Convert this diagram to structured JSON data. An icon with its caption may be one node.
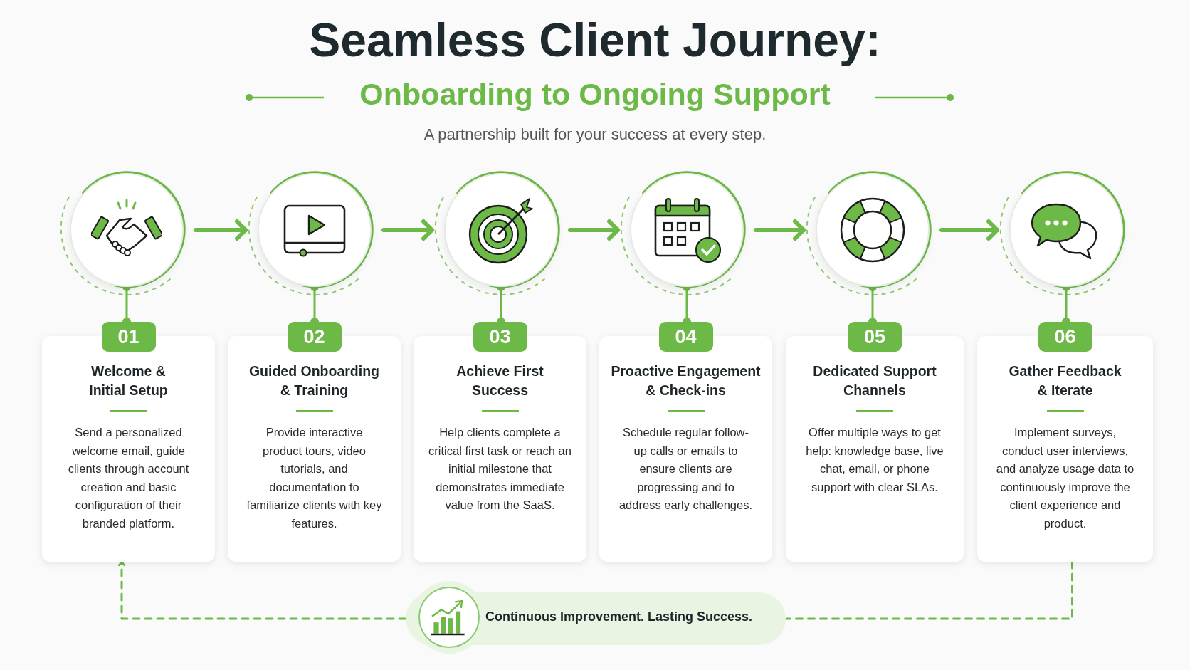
{
  "diagram": {
    "title": "Seamless Client Journey:",
    "nodes": [
      {
        "text": [],
        "shape": "circle"
      },
      {
        "text": [],
        "shape": "circle"
      },
      {
        "text": [],
        "shape": "circle"
      },
      {
        "text": [],
        "shape": "circle"
      },
      {
        "text": [],
        "shape": "circle"
      },
      {
        "text": [],
        "shape": "circle"
      },
      {
        "text": [
          "01",
          "Welcome & Initial Setup",
          "Send a personalized welcome email, guide clients through account creation and basic configuration of their branded platform."
        ]
      },
      {
        "text": [
          "02",
          "Guided Onboarding & Training",
          "Provide interactive product tours, video tutorials, and documentation to familiarize clients with key features."
        ]
      },
      {
        "text": [
          "03",
          "Achieve First Success",
          "Help clients complete a critical first task or reach an initial milestone that demonstrates immediate value from the SaaS."
        ]
      },
      {
        "text": [
          "04",
          "Proactive Engagement & Check-ins",
          "Schedule regular follow-up calls or emails to ensure clients are progressing and to address early challenges."
        ]
      },
      {
        "text": [
          "05",
          "Dedicated Support Channels",
          "Offer multiple ways to get help: knowledge base, live chat, email, or phone support with clear SLAs."
        ]
      },
      {
        "text": [
          "06",
          "Gather Feedback & Iterate",
          "Implement surveys, conduct user interviews, and analyze usage data to continuously improve the client experience and product."
        ]
      },
      {
        "text": [
          "Continuous Improvement. Lasting Success."
        ]
      }
    ],
    "edges": [
      {
        "from": 0,
        "to": 1,
        "arrow": "to",
        "style": "thick"
      },
      {
        "from": 1,
        "to": 2,
        "arrow": "to",
        "style": "thick"
      },
      {
        "from": 2,
        "to": 3,
        "arrow": "to",
        "style": "thick"
      },
      {
        "from": 3,
        "to": 4,
        "arrow": "to",
        "style": "thick"
      },
      {
        "from": 4,
        "to": 5,
        "arrow": "to",
        "style": "thick"
      },
      {
        "from": 0,
        "to": 6,
        "arrow": "other"
      },
      {
        "from": 1,
        "to": 7,
        "arrow": "other"
      },
      {
        "from": 2,
        "to": 8,
        "arrow": "other"
      },
      {
        "from": 3,
        "to": 9,
        "arrow": "other"
      },
      {
        "from": 4,
        "to": 10,
        "arrow": "other"
      },
      {
        "from": 5,
        "to": 11,
        "arrow": "other"
      },
      {
        "from": 11,
        "to": 12,
        "arrow": "none",
        "style": "dashed"
      },
      {
        "from": 12,
        "to": 6,
        "arrow": "to",
        "style": "dashed"
      }
    ],
    "labels": [
      "Onboarding to Ongoing Support",
      "A partnership built for your success at every step."
    ]
  }
}
